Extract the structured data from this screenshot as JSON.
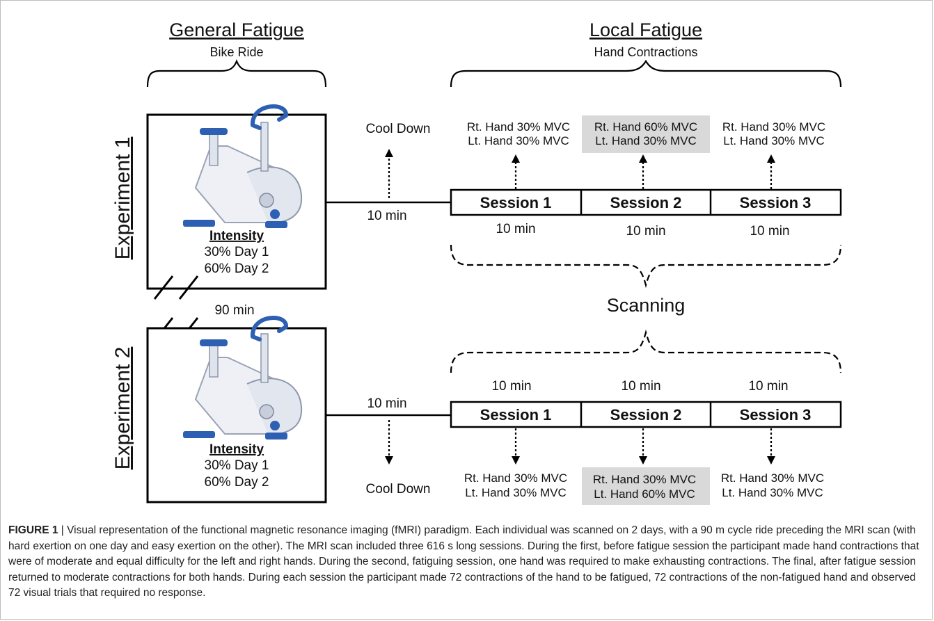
{
  "colors": {
    "highlight": "#d9d9d9",
    "line": "#000000"
  },
  "headers": {
    "general": {
      "title": "General Fatigue",
      "subtitle": "Bike Ride"
    },
    "local": {
      "title": "Local Fatigue",
      "subtitle": "Hand Contractions"
    }
  },
  "scanning_label": "Scanning",
  "gap_label": "90 min",
  "experiments": [
    {
      "label": "Experiment 1",
      "intensity": {
        "title": "Intensity",
        "line1": "30% Day 1",
        "line2": "60% Day 2"
      },
      "transfer": "10 min",
      "cooldown": {
        "label": "Cool Down",
        "arrow_icon": "dotted-arrow-up-icon"
      },
      "sessions": [
        {
          "label": "Session 1",
          "duration": "10 min",
          "rt": "Rt. Hand 30% MVC",
          "lt": "Lt. Hand 30% MVC",
          "highlight": false
        },
        {
          "label": "Session 2",
          "duration": "10 min",
          "rt": "Rt. Hand 60% MVC",
          "lt": "Lt. Hand 30% MVC",
          "highlight": true
        },
        {
          "label": "Session 3",
          "duration": "10 min",
          "rt": "Rt. Hand 30% MVC",
          "lt": "Lt. Hand 30% MVC",
          "highlight": false
        }
      ]
    },
    {
      "label": "Experiment 2",
      "intensity": {
        "title": "Intensity",
        "line1": "30% Day 1",
        "line2": "60% Day 2"
      },
      "transfer": "10 min",
      "cooldown": {
        "label": "Cool Down",
        "arrow_icon": "dotted-arrow-down-icon"
      },
      "sessions": [
        {
          "label": "Session 1",
          "duration": "10 min",
          "rt": "Rt. Hand 30% MVC",
          "lt": "Lt. Hand 30% MVC",
          "highlight": false
        },
        {
          "label": "Session 2",
          "duration": "10 min",
          "rt": "Rt. Hand 30% MVC",
          "lt": "Lt. Hand 60% MVC",
          "highlight": true
        },
        {
          "label": "Session 3",
          "duration": "10 min",
          "rt": "Rt. Hand 30% MVC",
          "lt": "Lt. Hand 30% MVC",
          "highlight": false
        }
      ]
    }
  ],
  "bike_icon": "exercise-bike-icon",
  "caption": {
    "label": "FIGURE 1",
    "separator": " | ",
    "text": "Visual representation of the functional magnetic resonance imaging (fMRI) paradigm. Each individual was scanned on 2 days, with a 90 m cycle ride preceding the MRI scan (with hard exertion on one day and easy exertion on the other). The MRI scan included three 616 s long sessions. During the first, before fatigue session the participant made hand contractions that were of moderate and equal difficulty for the left and right hands. During the second, fatiguing session, one hand was required to make exhausting contractions. The final, after fatigue session returned to moderate contractions for both hands. During each session the participant made 72 contractions of the hand to be fatigued, 72 contractions of the non-fatigued hand and observed 72 visual trials that required no response."
  }
}
